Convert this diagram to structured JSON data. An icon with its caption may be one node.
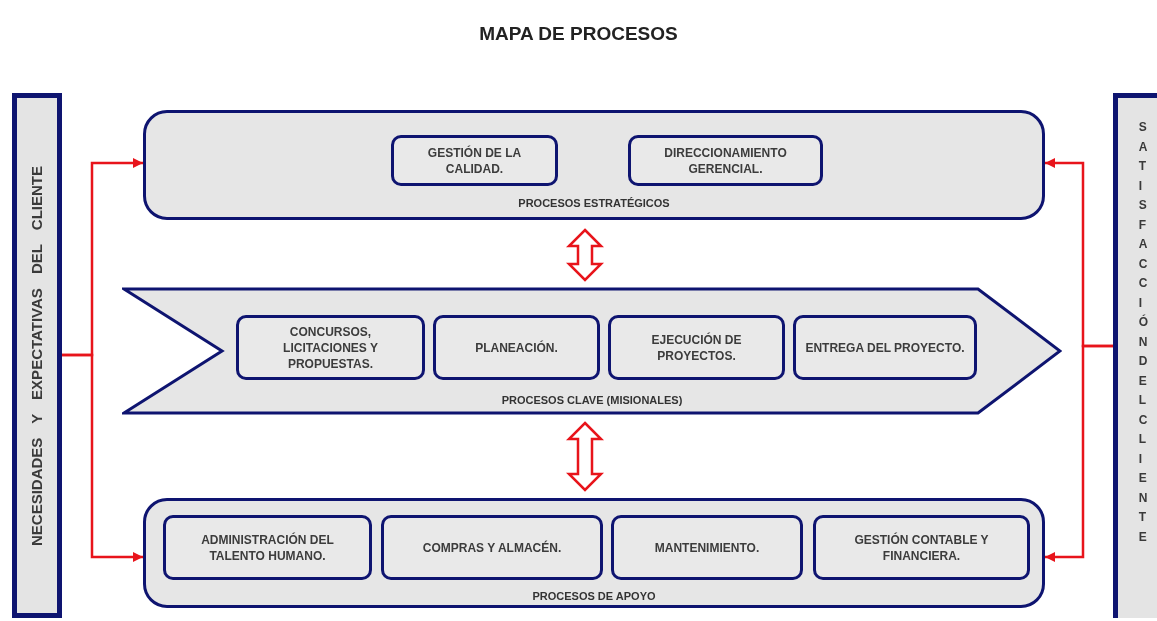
{
  "diagram": {
    "title": "MAPA DE PROCESOS",
    "nodes": [
      {
        "text": [
          "NECESIDADES Y EXPECTATIVAS DEL CLIENTE"
        ]
      },
      {
        "text": [
          "PROCESOS ESTRATÉGICOS"
        ]
      },
      {
        "text": [
          "GESTIÓN DE LA CALIDAD."
        ],
        "in": 1
      },
      {
        "text": [
          "DIRECCIONAMIENTO GERENCIAL."
        ],
        "in": 1
      },
      {
        "text": [
          "PROCESOS CLAVE (MISIONALES)"
        ]
      },
      {
        "text": [
          "CONCURSOS, LICITACIONES Y PROPUESTAS."
        ],
        "in": 4
      },
      {
        "text": [
          "PLANEACIÓN."
        ],
        "in": 4
      },
      {
        "text": [
          "EJECUCIÓN DE PROYECTOS."
        ],
        "in": 4
      },
      {
        "text": [
          "ENTREGA DEL PROYECTO."
        ],
        "in": 4
      },
      {
        "text": [
          "PROCESOS DE APOYO"
        ]
      },
      {
        "text": [
          "ADMINISTRACIÓN DEL TALENTO HUMANO."
        ],
        "in": 9
      },
      {
        "text": [
          "COMPRAS Y ALMACÉN."
        ],
        "in": 9
      },
      {
        "text": [
          "MANTENIMIENTO."
        ],
        "in": 9
      },
      {
        "text": [
          "GESTIÓN CONTABLE Y FINANCIERA."
        ],
        "in": 9
      },
      {
        "text": [
          "SATISFACCIÓN DEL CLIENTE"
        ]
      }
    ],
    "edges": [
      {
        "from": 0,
        "to": 1,
        "arrow": "to"
      },
      {
        "from": 0,
        "to": 9,
        "arrow": "to"
      },
      {
        "from": 14,
        "to": 1,
        "arrow": "to"
      },
      {
        "from": 14,
        "to": 9,
        "arrow": "to"
      },
      {
        "from": 1,
        "to": 4,
        "arrow": "both"
      },
      {
        "from": 4,
        "to": 9,
        "arrow": "both"
      }
    ]
  }
}
